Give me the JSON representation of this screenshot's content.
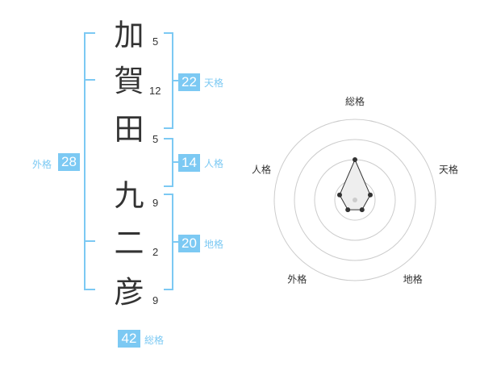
{
  "name": {
    "chars": [
      {
        "char": "加",
        "strokes": "5"
      },
      {
        "char": "賀",
        "strokes": "12"
      },
      {
        "char": "田",
        "strokes": "5"
      },
      {
        "char": "九",
        "strokes": "9"
      },
      {
        "char": "二",
        "strokes": "2"
      },
      {
        "char": "彦",
        "strokes": "9"
      }
    ]
  },
  "grids": {
    "tenkaku": {
      "value": "22",
      "label": "天格"
    },
    "jinkaku": {
      "value": "14",
      "label": "人格"
    },
    "chikaku": {
      "value": "20",
      "label": "地格"
    },
    "gaikaku": {
      "value": "28",
      "label": "外格"
    },
    "soukaku": {
      "value": "42",
      "label": "総格"
    }
  },
  "colors": {
    "accent": "#7cc9f3",
    "text": "#333333",
    "radar_line": "#333333",
    "rings": "#cccccc"
  },
  "chart_data": {
    "type": "radar",
    "axes": [
      "総格",
      "天格",
      "地格",
      "外格",
      "人格"
    ],
    "values": [
      0.5,
      0.2,
      0.15,
      0.15,
      0.2
    ],
    "rings": 4
  }
}
